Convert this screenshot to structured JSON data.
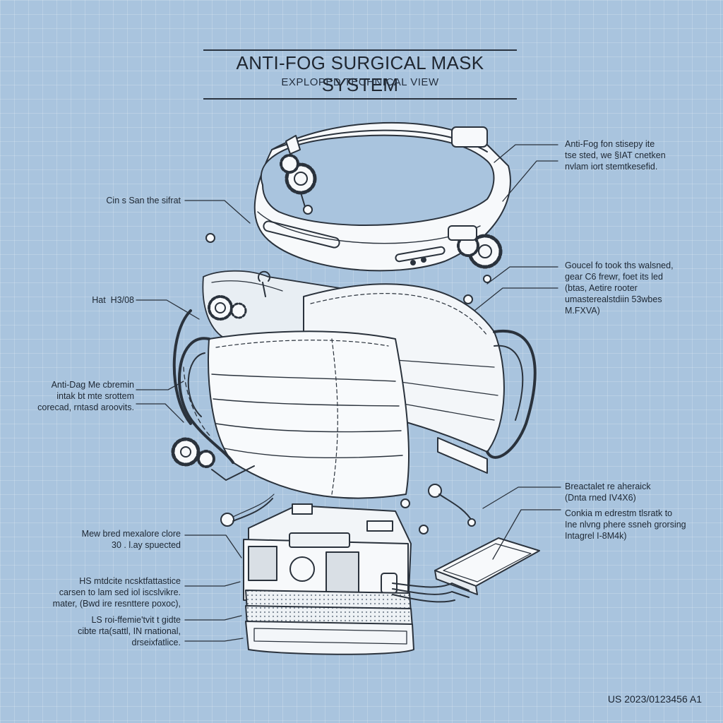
{
  "title": "ANTI-FOG SURGICAL MASK SYSTEM",
  "subtitle": "EXPLOPED TECHNICAL VIEW",
  "callouts": {
    "headband": "Anti-Fog fon stisepy ite\ntse sted, we §IAT cnetken\nnvlam iort stemtkesefid.",
    "strap": "Cin s San the sifrat",
    "gear_module": "Goucel fo took ths walsned,\ngear C6 frewr, foet its led\n(btas, Aetire rooter\numasterealstdiin 53wbes\nM.FXVA)",
    "hat": "Hat  H3/08",
    "membrane": "Anti-Dag Me cbremin\nintak bt mte srottem\ncorecad, rntasd aroovits.",
    "breathalyzer": "Breactalet re aheraick\n(Dnta rned IV4X6)",
    "connector": "Conkia m edrestm tlsratk to\nIne nlvng phere ssneh grorsing\nIntagrel I-8M4k)",
    "filter_unit": "Mew bred mexalore clore\n30 . l.ay spuected",
    "hs_module": "HS mtdcite ncsktfattastice\ncarsen to lam sed iol iscslvikre.\nmater, (Bwd ire resnttere poxoc),",
    "ls_layer": "LS roi-ffemie'tvit t gidte\ncibte rta(sattl, IN rnational,\ndrseixfatlice."
  },
  "patent_number": "US 2023/0123456 A1"
}
